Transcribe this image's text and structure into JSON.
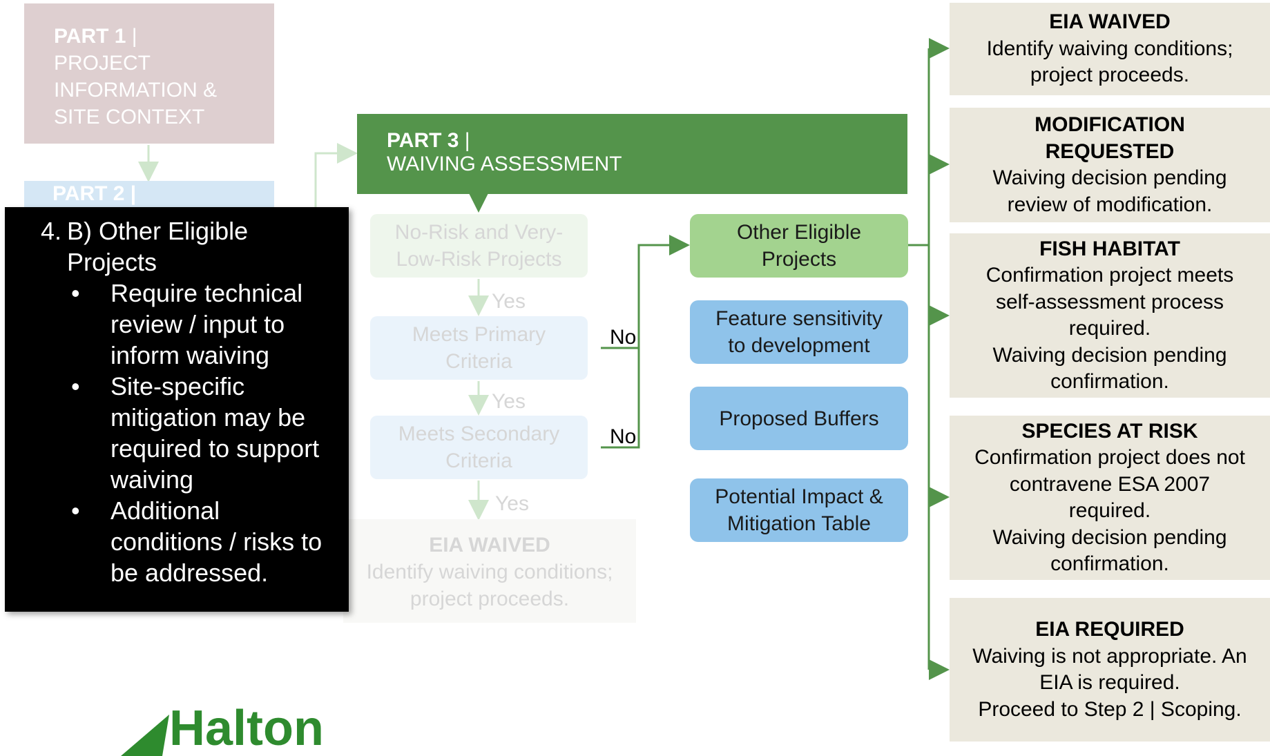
{
  "part1": {
    "num": "PART 1",
    "sep": " |",
    "lines": [
      "PROJECT",
      "INFORMATION &",
      "SITE CONTEXT"
    ]
  },
  "part2": {
    "text": "PART 2 |"
  },
  "part3": {
    "num": "PART 3",
    "sep": " |",
    "subtitle": "WAIVING ASSESSMENT"
  },
  "left_column": {
    "box1": [
      "No-Risk and Very-",
      "Low-Risk Projects"
    ],
    "box2": [
      "Meets Primary",
      "Criteria"
    ],
    "box3": [
      "Meets Secondary",
      "Criteria"
    ],
    "yes": "Yes",
    "no": "No",
    "waived": {
      "title": "EIA WAIVED",
      "lines": [
        "Identify waiving conditions;",
        "project proceeds."
      ]
    }
  },
  "categories": {
    "other": [
      "Other Eligible",
      "Projects"
    ],
    "feature": [
      "Feature sensitivity",
      "to development"
    ],
    "buffers": [
      "Proposed Buffers"
    ],
    "impact": [
      "Potential Impact &",
      "Mitigation Table"
    ]
  },
  "outcomes": [
    {
      "title": "EIA WAIVED",
      "lines": [
        "Identify waiving conditions;",
        "project proceeds."
      ]
    },
    {
      "title": "MODIFICATION\nREQUESTED",
      "lines": [
        "Waiving decision pending",
        "review of modification."
      ]
    },
    {
      "title": "FISH HABITAT",
      "lines": [
        "Confirmation project meets",
        "self-assessment process",
        "required.",
        "Waiving decision pending",
        "confirmation."
      ]
    },
    {
      "title": "SPECIES AT RISK",
      "lines": [
        "Confirmation project does not",
        "contravene ESA 2007",
        "required.",
        "Waiving decision pending",
        "confirmation."
      ]
    },
    {
      "title": "EIA REQUIRED",
      "lines": [
        "Waiving is not appropriate. An",
        "EIA is required.",
        "Proceed to Step 2 | Scoping."
      ]
    }
  ],
  "callout": {
    "num": "4.",
    "heading": "B) Other Eligible Projects",
    "bullet": "•",
    "bullets": [
      "Require technical review / input to inform waiving",
      "Site-specific mitigation may be required to support waiving",
      "Additional conditions / risks to be addressed."
    ]
  },
  "logo": {
    "text": "Halton"
  },
  "colors": {
    "green": "#54944b",
    "light_green": "#a3d38f",
    "blue": "#8fc3ea",
    "beige": "#ebe8dd",
    "callout": "#000000"
  }
}
